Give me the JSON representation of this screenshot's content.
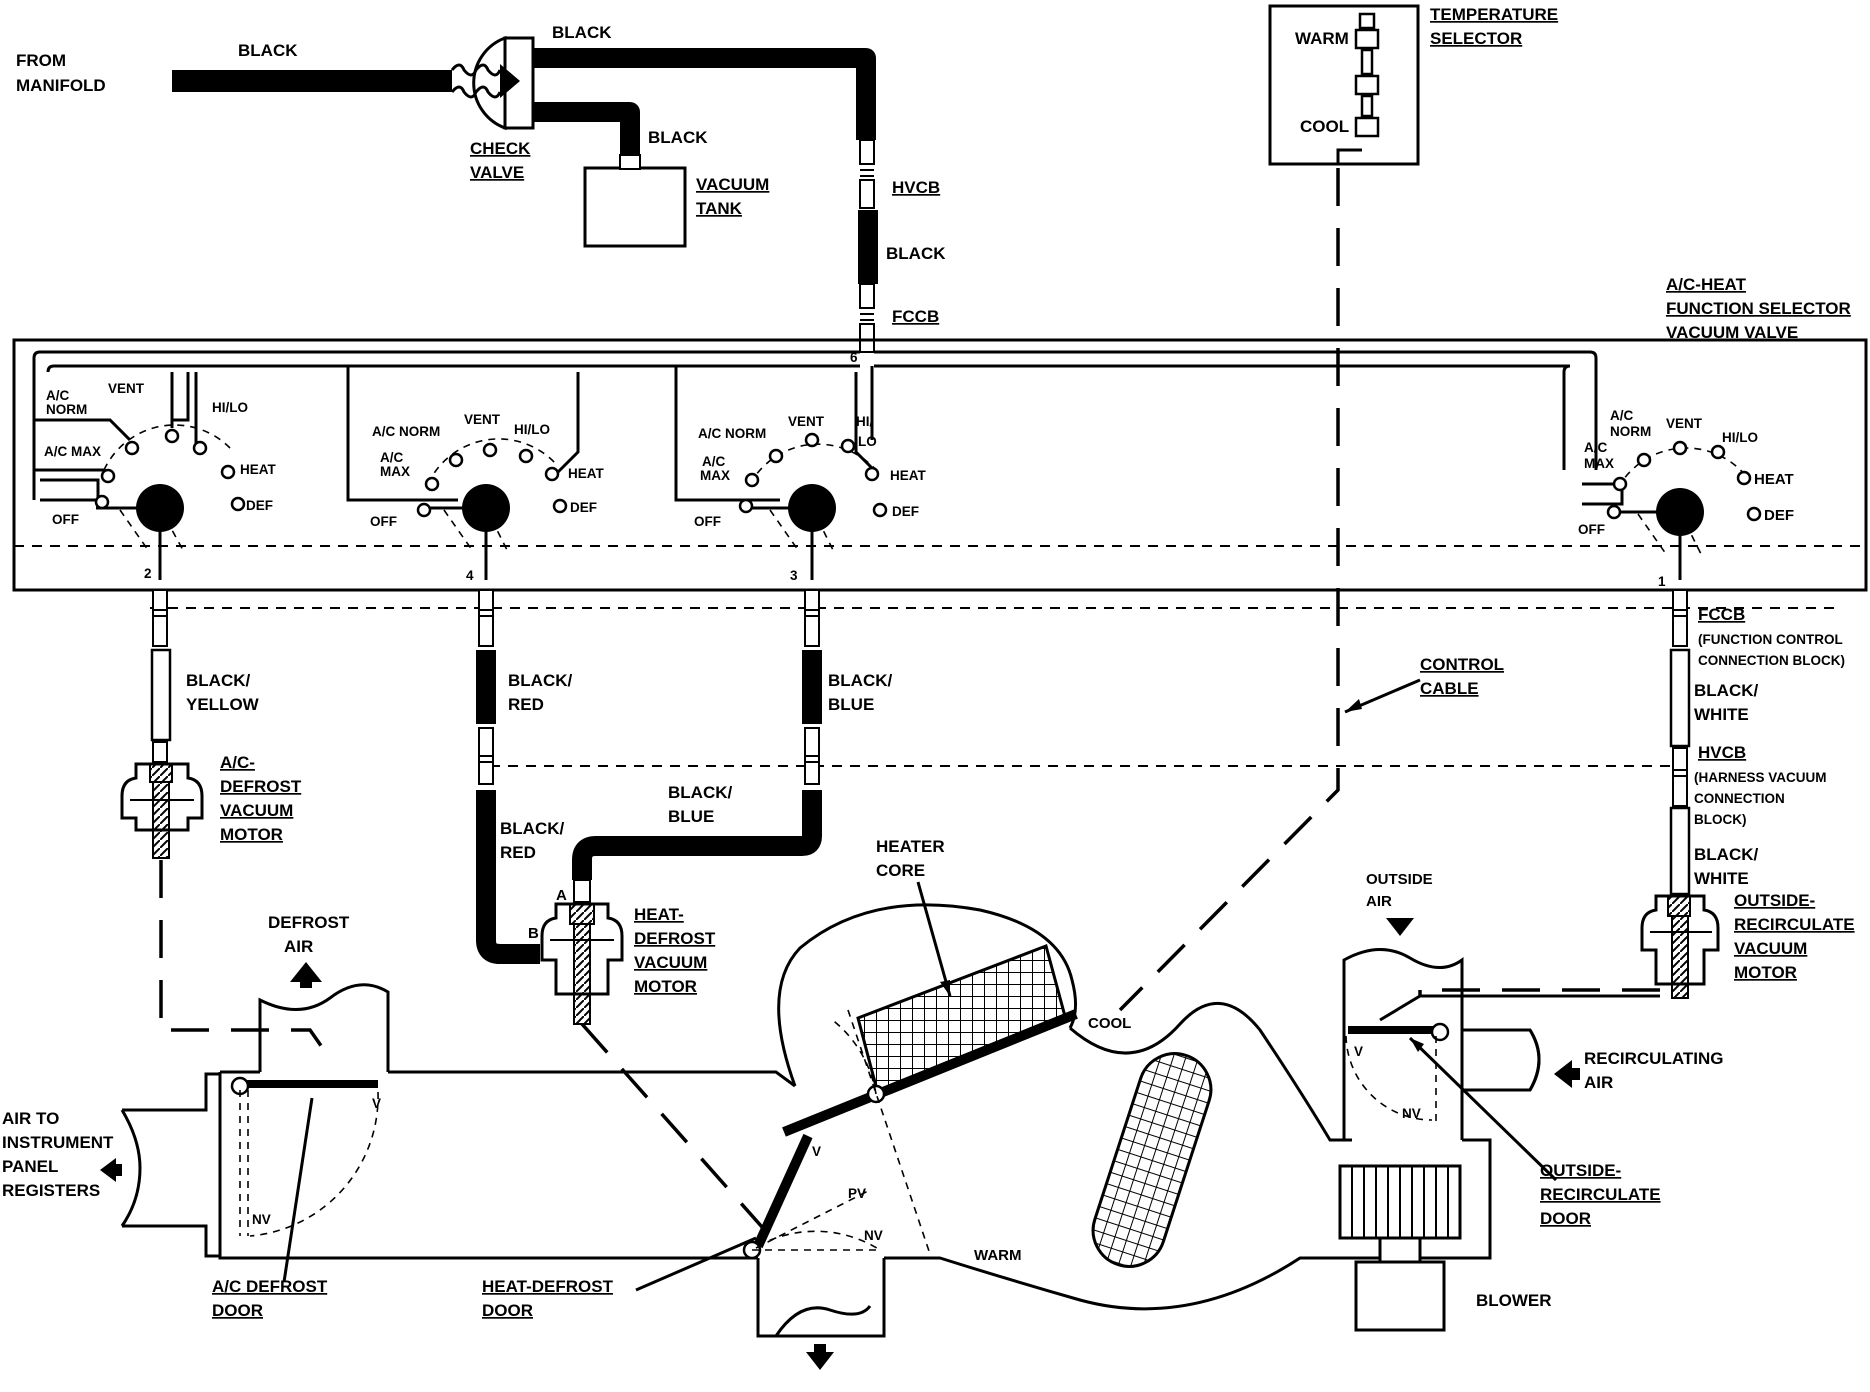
{
  "source": {
    "from_manifold": [
      "FROM",
      "MANIFOLD"
    ],
    "black_1": "BLACK"
  },
  "check_valve": {
    "label": [
      "CHECK",
      "VALVE"
    ],
    "out_top": "BLACK",
    "out_tank": "BLACK"
  },
  "vacuum_tank": {
    "label": [
      "VACUUM",
      "TANK"
    ]
  },
  "supply_line": {
    "hvcb": "HVCB",
    "black": "BLACK",
    "fccb": "FCCB",
    "port_number": "6"
  },
  "temperature_selector": {
    "label": [
      "TEMPERATURE",
      "SELECTOR"
    ],
    "warm": "WARM",
    "cool": "COOL"
  },
  "function_selector": {
    "label": [
      "A/C-HEAT",
      "FUNCTION SELECTOR",
      "VACUUM VALVE"
    ]
  },
  "selector_panels": [
    {
      "port": "2",
      "positions": {
        "ac_norm": [
          "A/C",
          "NORM"
        ],
        "vent": "VENT",
        "hilo": "HI/LO",
        "ac_max": "A/C MAX",
        "heat": "HEAT",
        "def": "DEF",
        "off": "OFF"
      }
    },
    {
      "port": "4",
      "positions": {
        "ac_norm": "A/C NORM",
        "vent": "VENT",
        "hilo": "HI/LO",
        "ac_max": [
          "A/C",
          "MAX"
        ],
        "heat": "HEAT",
        "def": "DEF",
        "off": "OFF"
      }
    },
    {
      "port": "3",
      "positions": {
        "ac_norm": "A/C NORM",
        "vent": "VENT",
        "hilo": [
          "HI/",
          "LO"
        ],
        "ac_max": [
          "A/C",
          "MAX"
        ],
        "heat": "HEAT",
        "def": "DEF",
        "off": "OFF"
      }
    },
    {
      "port": "1",
      "positions": {
        "ac_norm": [
          "A/C",
          "NORM"
        ],
        "vent": "VENT",
        "hilo": "HI/LO",
        "ac_max": [
          "A/C",
          "MAX"
        ],
        "heat": "HEAT",
        "def": "DEF",
        "off": "OFF"
      }
    }
  ],
  "hoses": {
    "black_yellow": [
      "BLACK/",
      "YELLOW"
    ],
    "black_red_upper": [
      "BLACK/",
      "RED"
    ],
    "black_red_lower": [
      "BLACK/",
      "RED"
    ],
    "black_blue_upper": [
      "BLACK/",
      "BLUE"
    ],
    "black_blue_lower": [
      "BLACK/",
      "BLUE"
    ],
    "black_white_upper": [
      "BLACK/",
      "WHITE"
    ],
    "black_white_lower": [
      "BLACK/",
      "WHITE"
    ]
  },
  "connectors": {
    "fccb": "FCCB",
    "fccb_desc": [
      "(FUNCTION CONTROL",
      "CONNECTION BLOCK)"
    ],
    "hvcb": "HVCB",
    "hvcb_desc": [
      "(HARNESS VACUUM",
      "CONNECTION",
      "BLOCK)"
    ]
  },
  "control_cable": [
    "CONTROL",
    "CABLE"
  ],
  "motors": {
    "ac_defrost": [
      "A/C-",
      "DEFROST",
      "VACUUM",
      "MOTOR"
    ],
    "heat_defrost": [
      "HEAT-",
      "DEFROST",
      "VACUUM",
      "MOTOR"
    ],
    "heat_defrost_ports": [
      "A",
      "B"
    ],
    "outside_recirculate": [
      "OUTSIDE-",
      "RECIRCULATE",
      "VACUUM",
      "MOTOR"
    ]
  },
  "airflow": {
    "defrost_air": [
      "DEFROST",
      "AIR"
    ],
    "air_to_panel": [
      "AIR TO",
      "INSTRUMENT",
      "PANEL",
      "REGISTERS"
    ],
    "outside_air": [
      "OUTSIDE",
      "AIR"
    ],
    "recirculating_air": [
      "RECIRCULATING",
      "AIR"
    ]
  },
  "components": {
    "heater_core": [
      "HEATER",
      "CORE"
    ],
    "cool": "COOL",
    "warm": "WARM",
    "blower": "BLOWER",
    "ac_defrost_door": [
      "A/C DEFROST",
      "DOOR"
    ],
    "heat_defrost_door": [
      "HEAT-DEFROST",
      "DOOR"
    ],
    "outside_recirculate_door": [
      "OUTSIDE-",
      "RECIRCULATE",
      "DOOR"
    ]
  },
  "door_marks": {
    "v": "V",
    "nv": "NV",
    "pv": "PV"
  }
}
